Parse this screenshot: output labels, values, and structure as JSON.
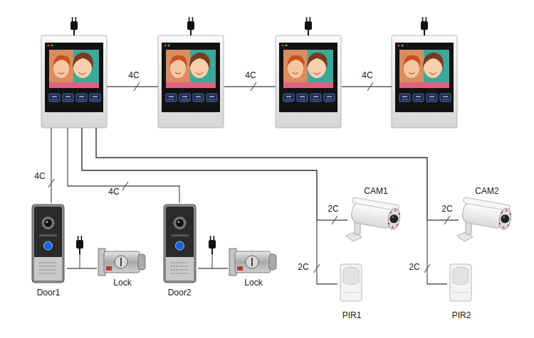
{
  "diagram": {
    "nodes": [
      {
        "text": []
      },
      {
        "text": []
      },
      {
        "text": []
      },
      {
        "text": []
      },
      {
        "text": [
          "CAM1"
        ]
      },
      {
        "text": [
          "CAM2"
        ]
      },
      {
        "text": [
          "Door1"
        ]
      },
      {
        "text": [
          "Lock"
        ]
      },
      {
        "text": [
          "Door2"
        ]
      },
      {
        "text": [
          "Lock"
        ]
      },
      {
        "text": [
          "PIR1"
        ]
      },
      {
        "text": [
          "PIR2"
        ]
      }
    ],
    "edges": [
      {
        "from": 0,
        "to": 1,
        "arrow": "none",
        "label": "4C"
      },
      {
        "from": 1,
        "to": 2,
        "arrow": "none",
        "label": "4C"
      },
      {
        "from": 2,
        "to": 3,
        "arrow": "none",
        "label": "4C"
      },
      {
        "from": 0,
        "to": 6,
        "arrow": "none",
        "label": "4C"
      },
      {
        "from": 0,
        "to": 8,
        "arrow": "none",
        "label": "4C"
      },
      {
        "from": 0,
        "to": 4,
        "arrow": "none",
        "label": "2C"
      },
      {
        "from": 0,
        "to": 10,
        "arrow": "none",
        "label": "2C"
      },
      {
        "from": 0,
        "to": 5,
        "arrow": "none",
        "label": "2C"
      },
      {
        "from": 0,
        "to": 11,
        "arrow": "none",
        "label": "2C"
      },
      {
        "from": 6,
        "to": 7,
        "arrow": "none"
      },
      {
        "from": 8,
        "to": 9,
        "arrow": "none"
      }
    ]
  }
}
